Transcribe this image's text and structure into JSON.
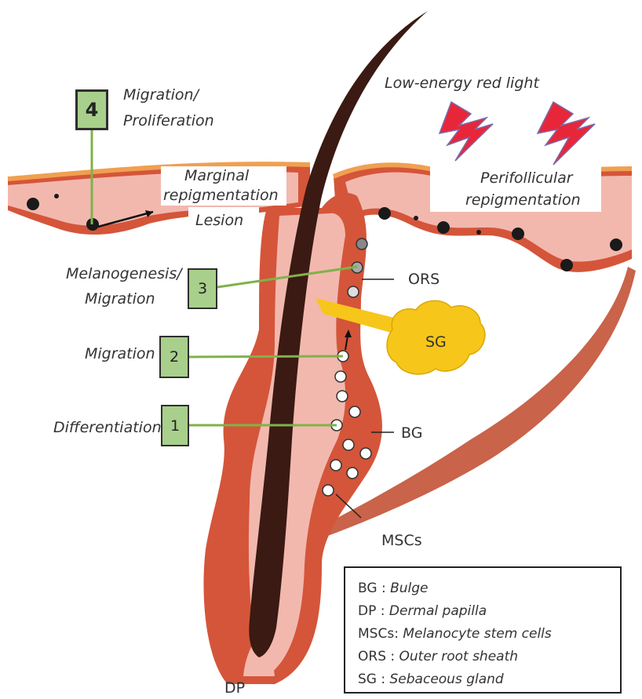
{
  "steps": [
    {
      "number": "4",
      "label_lines": [
        "Migration/",
        "Proliferation"
      ]
    },
    {
      "number": "3",
      "label_lines": [
        "Melanogenesis/",
        "Migration"
      ]
    },
    {
      "number": "2",
      "label_lines": [
        "Migration"
      ]
    },
    {
      "number": "1",
      "label_lines": [
        "Differentiation"
      ]
    }
  ],
  "labels": {
    "light": "Low-energy red light",
    "marginal": [
      "Marginal",
      "repigmentation"
    ],
    "lesion": "Lesion",
    "perifollicular": [
      "Perifollicular",
      "repigmentation"
    ],
    "ors": "ORS",
    "sg": "SG",
    "bg": "BG",
    "mscs": "MSCs",
    "dp": "DP"
  },
  "legend": [
    {
      "abbr": "BG",
      "sep": " : ",
      "definition": "Bulge"
    },
    {
      "abbr": "DP",
      "sep": " : ",
      "definition": "Dermal papilla"
    },
    {
      "abbr": "MSCs",
      "sep": ": ",
      "definition": "Melanocyte stem cells"
    },
    {
      "abbr": "ORS",
      "sep": " : ",
      "definition": "Outer root sheath"
    },
    {
      "abbr": "SG",
      "sep": " : ",
      "definition": "Sebaceous gland"
    }
  ],
  "colors": {
    "skin": "#f2b8ae",
    "tissue": "#d4553a",
    "epidermis_top": "#f0a050",
    "hair": "#3a1a12",
    "gland": "#f7c61a",
    "step_box": "#a9cf8c",
    "connector": "#7fb24a",
    "lightning": "#e8263a"
  }
}
